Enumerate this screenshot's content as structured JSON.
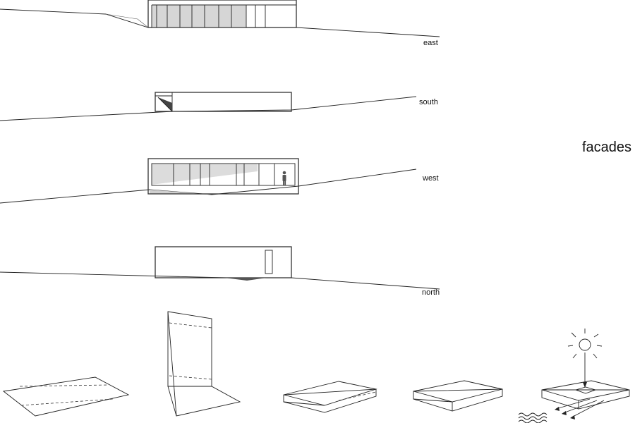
{
  "sheet": {
    "title": "facades"
  },
  "facades": {
    "east": "east",
    "south": "south",
    "west": "west",
    "north": "north"
  }
}
